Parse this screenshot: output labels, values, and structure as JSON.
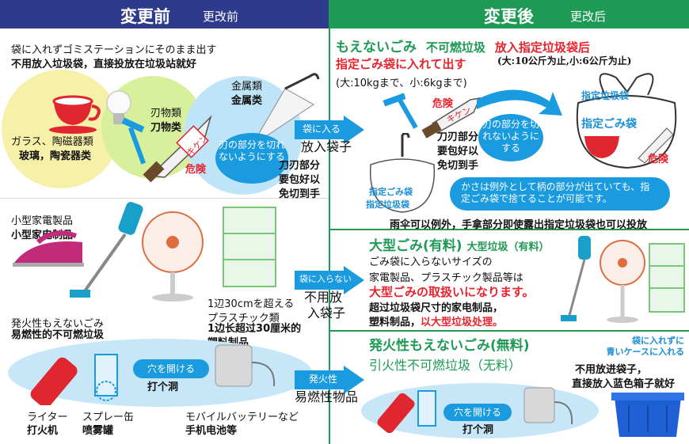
{
  "header": {
    "before_jp": "変更前",
    "before_cn": "更改前",
    "after_jp": "変更後",
    "after_cn": "更改后"
  },
  "left": {
    "noncomb_jp": "袋に入れずゴミステーションにそのまま出す",
    "noncomb_cn": "不用放入垃圾袋，直接投放在垃圾站就好",
    "glass_jp": "ガラス、陶磁器類",
    "glass_cn": "玻璃，陶瓷器类",
    "blade_jp": "刃物類",
    "blade_cn": "刀物类",
    "metal_jp": "金属類",
    "metal_cn": "金属类",
    "danger": "危険",
    "kiken": "キケン",
    "wrap_bubble": "刃の部分を切れないようにする",
    "wrap_cn_1": "刀刃部分",
    "wrap_cn_2": "要包好以",
    "wrap_cn_3": "免切到手",
    "small_jp": "小型家電製品",
    "small_cn": "小型家电制品",
    "plastic_jp_1": "1辺30cmを超える",
    "plastic_jp_2": "プラスチック類",
    "plastic_cn_1": "1边长超过30厘米的",
    "plastic_cn_2": "塑料制品",
    "flam_jp": "発火性もえないごみ",
    "flam_cn": "易燃性的不可燃垃圾",
    "hole_jp": "穴を開ける",
    "hole_cn": "打个洞",
    "lighter_jp": "ライター",
    "lighter_cn": "打火机",
    "spray_jp": "スプレー缶",
    "spray_cn": "喷雾罐",
    "battery_jp": "モバイルバッテリーなど",
    "battery_cn": "手机电池等"
  },
  "arrows": {
    "a1_jp": "袋に入る",
    "a1_cn": "放入袋子",
    "a2_jp": "袋に入らない",
    "a2_cn_1": "不用放",
    "a2_cn_2": "入袋子",
    "a3_jp": "発火性",
    "a3_cn": "易燃性物品"
  },
  "right": {
    "s1_title_jp": "もえないごみ",
    "s1_title_cn": "不可燃垃圾",
    "s1_bag_cn": "放入指定垃圾袋后",
    "s1_line2_jp": "指定ごみ袋に入れて出す",
    "s1_limit_cn": "(大:10公斤为止,小:6公斤为止)",
    "s1_limit_jp": "(大:10kgまで、小:6kgまで)",
    "danger": "危険",
    "kiken": "キケン",
    "wrap_bubble": "刃の部分を切れないようにする",
    "wrap_cn_1": "刀刃部分",
    "wrap_cn_2": "要包好以",
    "wrap_cn_3": "免切到手",
    "bag_label_1": "指定ごみ袋",
    "bag_label_2": "指定垃圾袋",
    "bag_label_big_1": "指定垃圾袋",
    "bag_label_big_2": "指定ごみ袋",
    "umbrella_bubble": "かさは例外として柄の部分が出ていても、指定ごみ袋で捨てることが可能です。",
    "umbrella_cn": "雨伞可以例外，手拿部分即使露出指定垃圾袋也可以投放",
    "s2_title_jp": "大型ごみ(有料)",
    "s2_title_cn": "大型垃圾（有料）",
    "s2_line1": "ごみ袋に入らないサイズの",
    "s2_line2": "家電製品、プラスチック製品等は",
    "s2_line3": "大型ごみの取扱いになります。",
    "s2_cn1": "超过垃圾袋尺寸的家电制品，",
    "s2_cn2": "塑料制品，",
    "s2_cn3": "以大型垃圾处理。",
    "s3_title_jp": "発火性もえないごみ(無料)",
    "s3_title_cn": "引火性不可燃垃圾（无料）",
    "box_jp_1": "袋に入れずに",
    "box_jp_2": "青いケースに入れる",
    "box_cn_1": "不用放进袋子，",
    "box_cn_2": "直接放入蓝色箱子就好",
    "hole_jp": "穴を開ける",
    "hole_cn": "打个洞"
  }
}
